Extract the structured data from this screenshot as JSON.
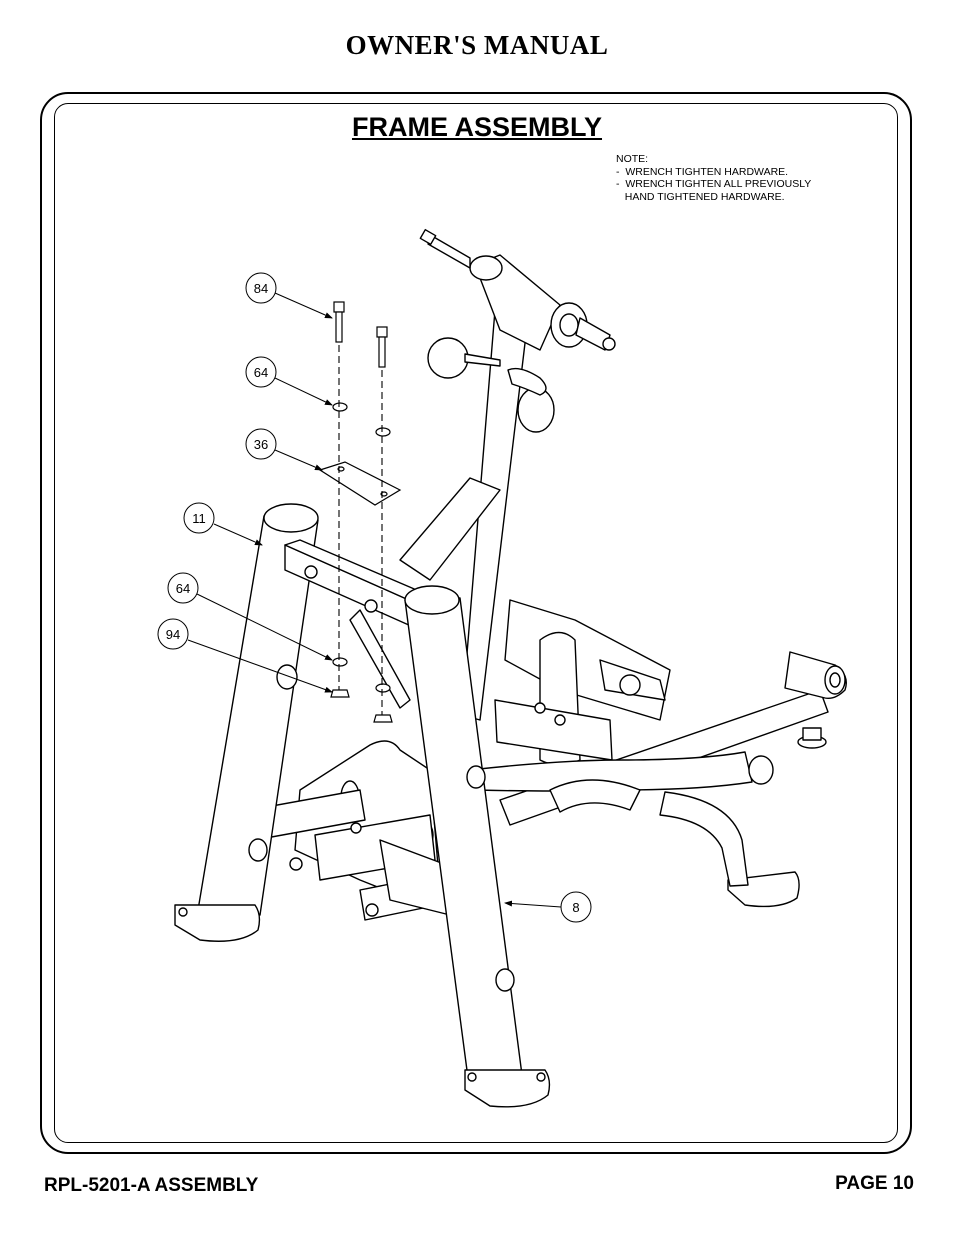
{
  "header": {
    "title": "OWNER'S MANUAL"
  },
  "section": {
    "title": "FRAME ASSEMBLY",
    "note_lines": [
      "NOTE:",
      "-  WRENCH TIGHTEN HARDWARE.",
      "-  WRENCH TIGHTEN ALL PREVIOUSLY",
      "   HAND TIGHTENED HARDWARE."
    ]
  },
  "callouts": [
    {
      "id": "84"
    },
    {
      "id": "64"
    },
    {
      "id": "36"
    },
    {
      "id": "11"
    },
    {
      "id": "64"
    },
    {
      "id": "94"
    },
    {
      "id": "8"
    }
  ],
  "footer": {
    "left": "RPL-5201-A ASSEMBLY",
    "right": "PAGE 10"
  }
}
